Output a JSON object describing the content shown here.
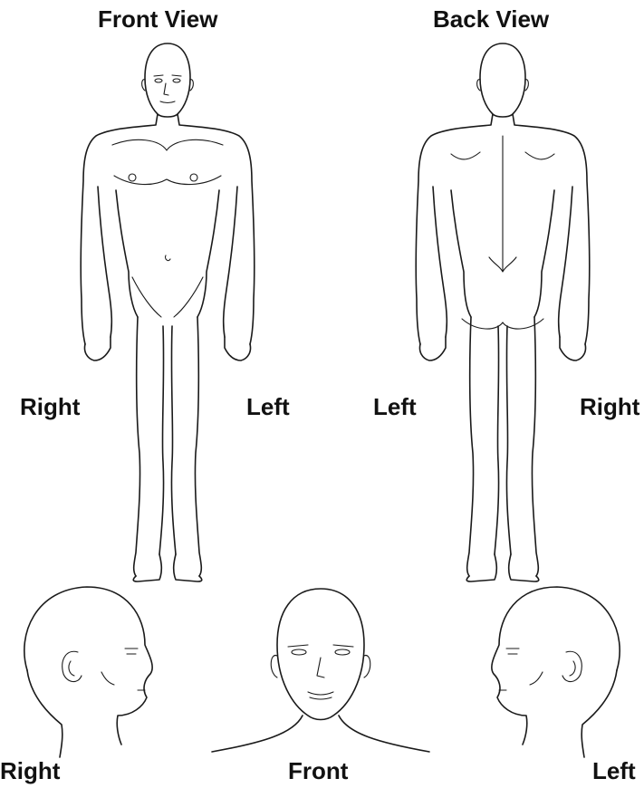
{
  "titles": {
    "front_view": "Front View",
    "back_view": "Back View"
  },
  "side_labels": {
    "front_right": "Right",
    "front_left": "Left",
    "back_left": "Left",
    "back_right": "Right"
  },
  "head_labels": {
    "right": "Right",
    "front": "Front",
    "left": "Left"
  }
}
